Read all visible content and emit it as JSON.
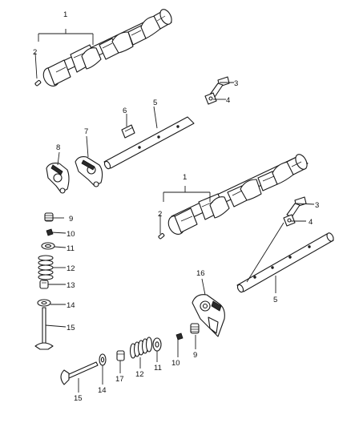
{
  "callouts": {
    "c1_top": "1",
    "c2_top": "2",
    "c3_top": "3",
    "c4_top": "4",
    "c5_top": "5",
    "c6": "6",
    "c7": "7",
    "c8": "8",
    "c9_left": "9",
    "c10_left": "10",
    "c11_left": "11",
    "c12_left": "12",
    "c13": "13",
    "c14_left": "14",
    "c15_left": "15",
    "c1_mid": "1",
    "c2_mid": "2",
    "c3_mid": "3",
    "c4_mid": "4",
    "c5_mid": "5",
    "c16": "16",
    "c9_right": "9",
    "c10_bottom": "10",
    "c11_bottom": "11",
    "c12_bottom": "12",
    "c17": "17",
    "c14_bottom": "14",
    "c15_bottom": "15"
  }
}
